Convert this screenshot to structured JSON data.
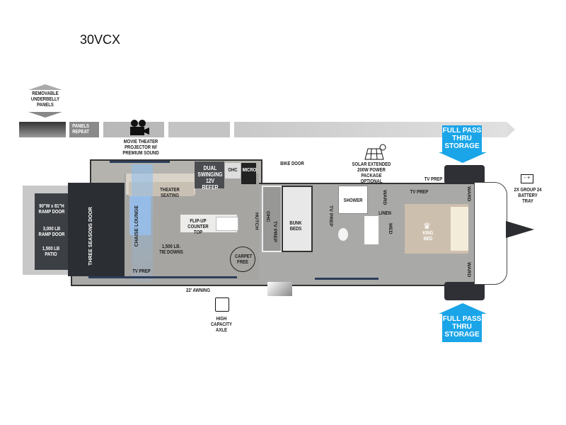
{
  "title": "30VCX",
  "top_band": {
    "underbelly": "REMOVABLE UNDERBELLY PANELS",
    "panels_repeat": "PANELS REPEAT",
    "projector": "MOVIE THEATER PROJECTOR W/ PREMIUM SOUND"
  },
  "rear": {
    "ramp_size": "90\"W x 81\"H RAMP DOOR",
    "ramp_rating": "3,000 LB RAMP DOOR",
    "patio": "1,500 LB PATIO",
    "three_seasons": "THREE SEASONS DOOR"
  },
  "garage": {
    "theater_seating": "THEATER SEATING",
    "chaise": "CHAISE LOUNGE",
    "refer": "DUAL SWINGING 12V REFER",
    "ohc": "OHC",
    "micro": "MICRO",
    "counter": "FLIP-UP COUNTER TOP",
    "tie_downs": "1,500 LB. TIE DOWNS",
    "tv_prep": "TV PREP",
    "hutch": "HUTCH",
    "carpet": "CARPET FREE"
  },
  "mid": {
    "bike_door": "BIKE DOOR",
    "ohc": "OHC",
    "tv_prep": "TV PREP",
    "bunk": "BUNK BEDS",
    "tv_prep2": "TV PREP",
    "solar": "SOLAR EXTENDED 200W POWER PACKAGE OPTIONAL",
    "shower": "SHOWER",
    "linen": "LINEN",
    "med": "MED",
    "ward": "WARD"
  },
  "front": {
    "tv_prep_top": "TV PREP",
    "tv_prep_bed": "TV PREP",
    "king_bed": "KING BED",
    "ward_top": "WARD",
    "ward_bottom": "WARD",
    "battery": "2X GROUP 24 BATTERY TRAY",
    "storage_top": "FULL PASS THRU STORAGE",
    "storage_bottom": "FULL PASS THRU STORAGE"
  },
  "bottom": {
    "awning": "22' AWNING",
    "axle": "HIGH CAPACITY AXLE"
  },
  "colors": {
    "storage_arrow": "#1aa5e8",
    "floor": "#a8a8a6",
    "dark": "#3a3d42"
  }
}
